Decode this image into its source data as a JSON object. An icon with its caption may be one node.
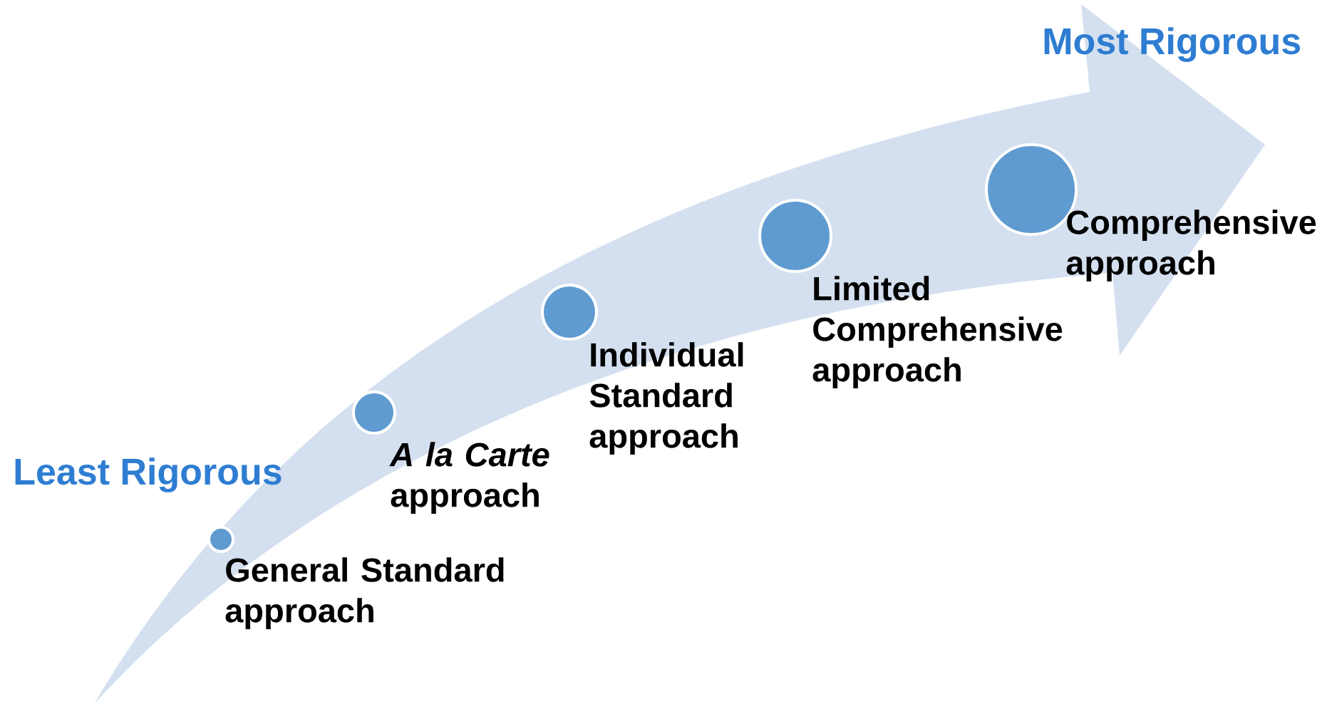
{
  "diagram": {
    "nodes": [
      {
        "text": [],
        "shape": "circle",
        "beside": [
          "General Standard approach"
        ]
      },
      {
        "text": [],
        "shape": "circle",
        "beside": [
          "*A la Carte* approach"
        ]
      },
      {
        "text": [],
        "shape": "circle",
        "beside": [
          "Individual Standard approach"
        ]
      },
      {
        "text": [],
        "shape": "circle",
        "beside": [
          "Limited Comprehensive approach"
        ]
      },
      {
        "text": [],
        "shape": "circle",
        "beside": [
          "Comprehensive approach"
        ]
      }
    ],
    "labels": [
      "Most Rigorous",
      "Least Rigorous"
    ]
  }
}
